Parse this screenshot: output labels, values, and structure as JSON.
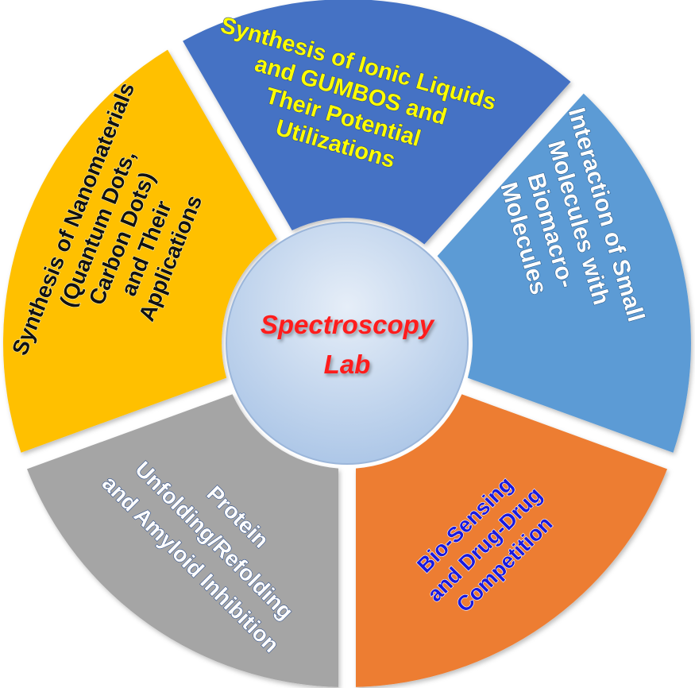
{
  "center": {
    "line1": "Spectroscopy",
    "line2": "Lab"
  },
  "segments": [
    {
      "id": "ionic-liquids",
      "lines": [
        "Synthesis of Ionic Liquids",
        "and GUMBOS and",
        "Their Potential",
        "Utilizations"
      ],
      "fill": "#4472c4",
      "text_color": "#ffff00",
      "outline_color": "#2f4f8a"
    },
    {
      "id": "small-molecules",
      "lines": [
        "Interaction of Small",
        "Molecules with",
        "Biomacro-",
        "Molecules"
      ],
      "fill": "#5b9bd5",
      "text_color": "#ffffff",
      "outline_color": "#2e5f8f"
    },
    {
      "id": "bio-sensing",
      "lines": [
        "Bio-Sensing",
        "and Drug-Drug",
        "Competition"
      ],
      "fill": "#ed7d31",
      "text_color": "#1a1adf",
      "outline_color": "#ffffff"
    },
    {
      "id": "protein",
      "lines": [
        "Protein",
        "Unfolding/Refolding",
        "and Amyloid Inhibition"
      ],
      "fill": "#a5a5a5",
      "text_color": "#ffffff",
      "outline_color": "#2f4f8a"
    },
    {
      "id": "nanomaterials",
      "lines": [
        "Synthesis of Nanomaterials",
        "(Quantum Dots,",
        "Carbon Dots)",
        "and Their",
        "Applications"
      ],
      "fill": "#ffc000",
      "text_color": "#111111",
      "outline_color": "#fff2b0"
    }
  ],
  "colors": {
    "center_gradient_top": "#e6eef8",
    "center_gradient_bottom": "#a9c4e6",
    "center_text": "#ff1a1a",
    "gap": "#ffffff"
  }
}
